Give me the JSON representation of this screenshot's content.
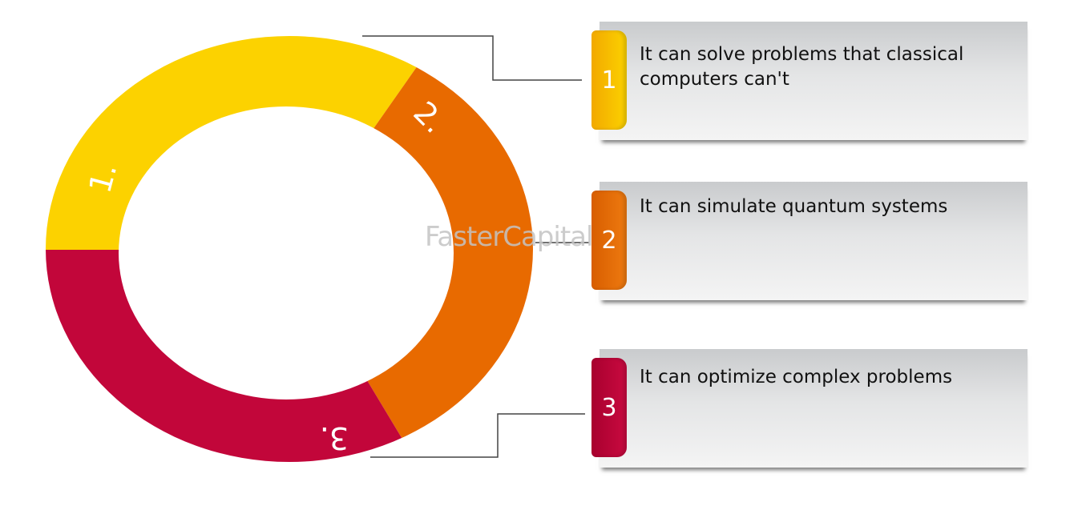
{
  "colors": {
    "yellow": "#fcd200",
    "orange": "#e86a00",
    "red": "#c2063a"
  },
  "ring_labels": [
    "1.",
    "2.",
    "3."
  ],
  "items": [
    {
      "number": "1",
      "text": "It can solve problems that classical computers can't"
    },
    {
      "number": "2",
      "text": "It can simulate quantum systems"
    },
    {
      "number": "3",
      "text": "It can optimize complex problems"
    }
  ],
  "watermark": "FasterCapital"
}
